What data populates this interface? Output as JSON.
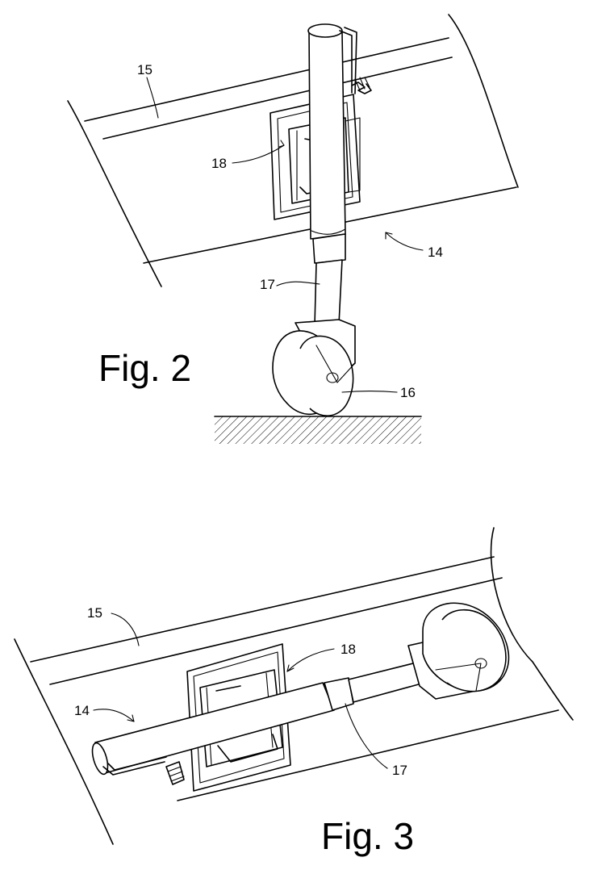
{
  "figures": [
    {
      "caption": "Fig. 2",
      "refs": {
        "rail": "15",
        "jack": "14",
        "bracket": "18",
        "leg": "17",
        "wheel": "16"
      }
    },
    {
      "caption": "Fig. 3",
      "refs": {
        "rail": "15",
        "jack": "14",
        "bracket": "18",
        "leg": "17"
      }
    }
  ]
}
